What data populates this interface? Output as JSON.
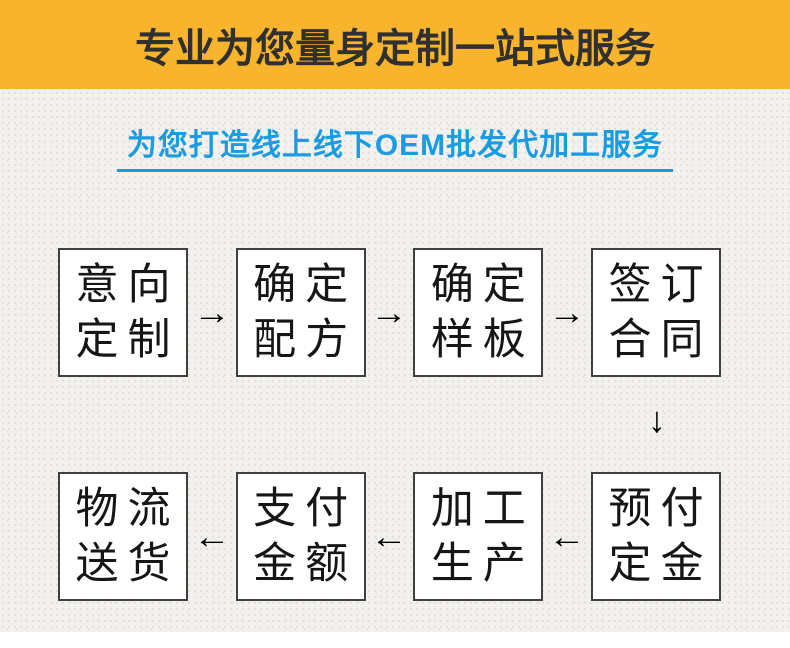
{
  "banner": {
    "title": "专业为您量身定制一站式服务"
  },
  "subtitle": {
    "title": "为您打造线上线下OEM批发代加工服务"
  },
  "colors": {
    "banner_bg": "#F7B42C",
    "banner_text": "#303030",
    "subtitle_blue": "#1B9CE1",
    "box_border": "#3F3F3F",
    "box_bg": "#FFFFFF",
    "page_bg": "#F3F1EE",
    "arrow": "#000000"
  },
  "flow": {
    "arrows": {
      "right": "→",
      "left": "←",
      "down": "↓"
    },
    "row1": [
      {
        "lines": [
          "意向",
          "定制"
        ]
      },
      {
        "lines": [
          "确定",
          "配方"
        ]
      },
      {
        "lines": [
          "确定",
          "样板"
        ]
      },
      {
        "lines": [
          "签订",
          "合同"
        ]
      }
    ],
    "row2": [
      {
        "lines": [
          "物流",
          "送货"
        ]
      },
      {
        "lines": [
          "支付",
          "金额"
        ]
      },
      {
        "lines": [
          "加工",
          "生产"
        ]
      },
      {
        "lines": [
          "预付",
          "定金"
        ]
      }
    ]
  }
}
